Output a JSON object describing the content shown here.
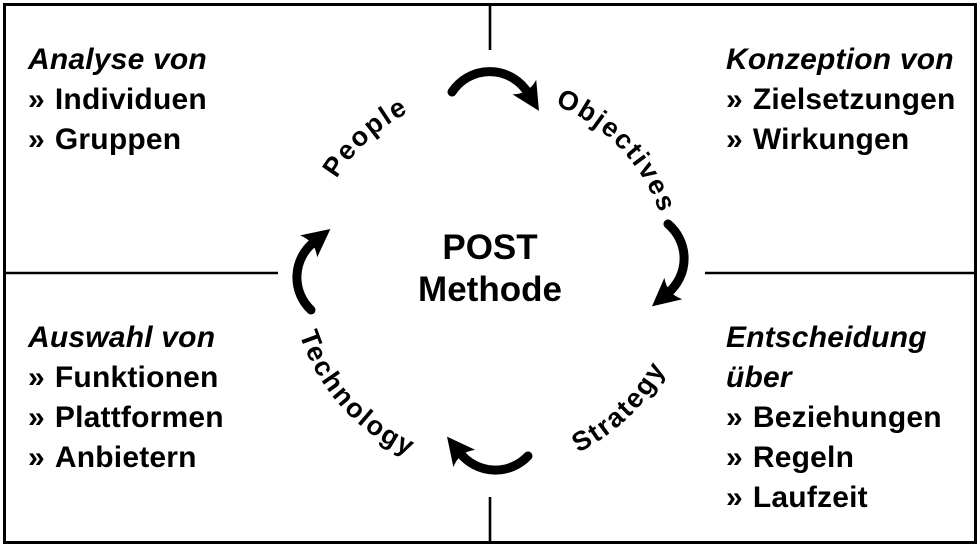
{
  "diagram": {
    "title_hint": "POST Methode cycle diagram",
    "bullet_char": "»",
    "center": {
      "line1": "POST",
      "line2": "Methode"
    },
    "cycle": {
      "people": "People",
      "objectives": "Objectives",
      "strategy": "Strategy",
      "technology": "Technology"
    },
    "quadrants": {
      "top_left": {
        "heading": "Analyse von",
        "items": [
          "Individuen",
          "Gruppen"
        ]
      },
      "top_right": {
        "heading": "Konzeption von",
        "items": [
          "Zielsetzungen",
          "Wirkungen"
        ]
      },
      "bottom_left": {
        "heading": "Auswahl von",
        "items": [
          "Funktionen",
          "Plattformen",
          "Anbietern"
        ]
      },
      "bottom_right": {
        "heading": "Entscheidung über",
        "items": [
          "Beziehungen",
          "Regeln",
          "Laufzeit"
        ]
      }
    },
    "colors": {
      "ink": "#000000",
      "background": "#ffffff"
    }
  }
}
